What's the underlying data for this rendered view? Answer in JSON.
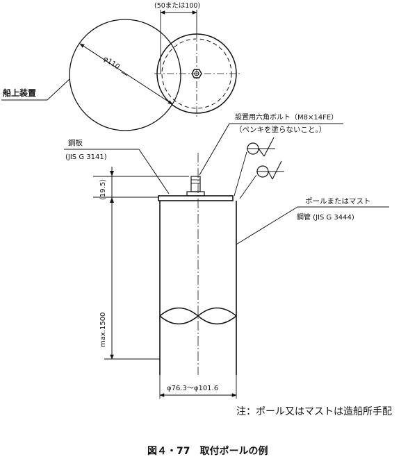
{
  "labels": {
    "top_dim": "(50または100)",
    "diameter_110": "φ110",
    "ship_equipment": "船上装置",
    "bolt_spec": "設置用六角ボルト（M8×14FE）",
    "no_paint": "（ペンキを塗らないこと。）",
    "steel_plate": "鋼板",
    "steel_plate_std": "(JIS G 3141)",
    "dim_19_5": "(19.5)",
    "pole_or_mast": "ポールまたはマスト",
    "steel_pipe": "鋼管 (JIS G 3444)",
    "max_1500": "max.1500",
    "pipe_diameter": "φ76.3～φ101.6",
    "note": "注：ポール又はマストは造船所手配",
    "caption": "図４・77　取付ポールの例"
  },
  "colors": {
    "ink": "#111111",
    "paper": "#ffffff"
  }
}
